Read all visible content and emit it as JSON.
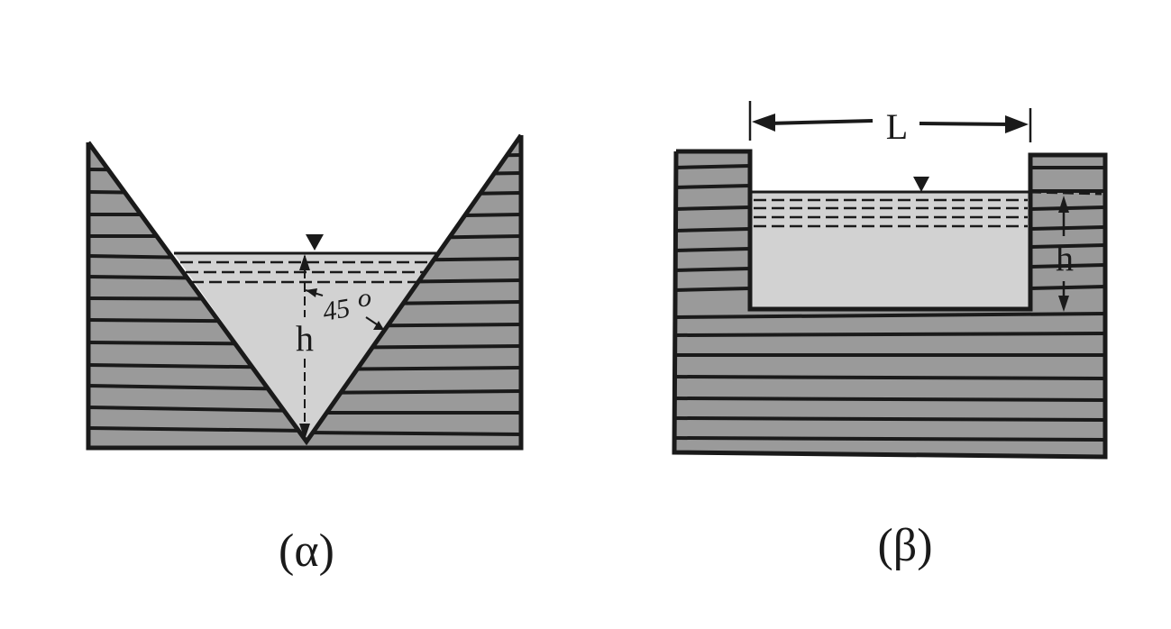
{
  "figure_a": {
    "caption": "(α)",
    "depth_label": "h",
    "angle_label": "45",
    "angle_unit": "o"
  },
  "figure_b": {
    "caption": "(β)",
    "width_label": "L",
    "depth_label": "h"
  },
  "colors": {
    "soil": "#9a9a9a",
    "water": "#d2d2d2",
    "line": "#1a1a1a",
    "background": "#ffffff"
  }
}
